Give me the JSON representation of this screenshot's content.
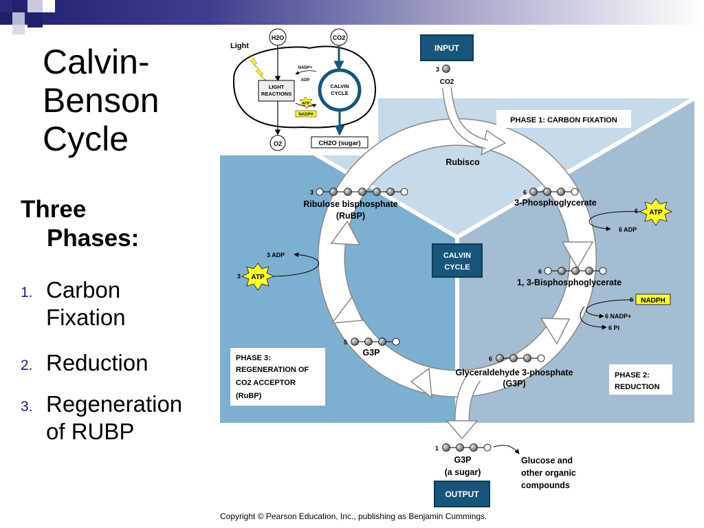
{
  "slide": {
    "title_lines": [
      "Calvin-",
      "Benson",
      "Cycle"
    ],
    "phases_heading_lines": [
      "Three",
      "Phases:"
    ],
    "phases": [
      {
        "num": "1.",
        "lines": [
          "Carbon",
          "Fixation"
        ]
      },
      {
        "num": "2.",
        "lines": [
          "Reduction"
        ]
      },
      {
        "num": "3.",
        "lines": [
          "Regeneration",
          "of RUBP"
        ]
      }
    ]
  },
  "diagram": {
    "inset": {
      "light": "Light",
      "h2o": "H2O",
      "co2": "CO2",
      "nadp": "NADP+",
      "adp": "ADP",
      "atp": "ATP",
      "nadph": "NADPH",
      "light_reactions_1": "LIGHT",
      "light_reactions_2": "REACTIONS",
      "calvin_1": "CALVIN",
      "calvin_2": "CYCLE",
      "o2": "O2",
      "sugar": "CH2O (sugar)"
    },
    "input_label": "INPUT",
    "input_count": "3",
    "input_molecule": "CO2",
    "phase1_label": "PHASE 1: CARBON FIXATION",
    "rubisco": "Rubisco",
    "pga_count": "6",
    "pga": "3-Phosphoglycerate",
    "atp_count": "6",
    "atp": "ATP",
    "adp_out": "6 ADP",
    "bpg_count": "6",
    "bpg": "1, 3-Bisphosphoglycerate",
    "nadph_count": "6",
    "nadph": "NADPH",
    "nadp_out": "6 NADP+",
    "pi_out": "6 Pi",
    "g3p_count": "6",
    "g3p_1": "Glyceraldehyde 3-phosphate",
    "g3p_2": "(G3P)",
    "phase2_label_1": "PHASE 2:",
    "phase2_label_2": "REDUCTION",
    "center_1": "CALVIN",
    "center_2": "CYCLE",
    "rubp_count": "3",
    "rubp_1": "Ribulose bisphosphate",
    "rubp_2": "(RuBP)",
    "adp3": "3 ADP",
    "atp3_count": "3",
    "atp3": "ATP",
    "g3p5_count": "5",
    "g3p5": "G3P",
    "phase3_label_1": "PHASE 3:",
    "phase3_label_2": "REGENERATION OF",
    "phase3_label_3": "CO2 ACCEPTOR",
    "phase3_label_4": "(RuBP)",
    "output_count": "1",
    "output_g3p": "G3P",
    "output_sugar": "(a sugar)",
    "output_label": "OUTPUT",
    "glucose_1": "Glucose and",
    "glucose_2": "other organic",
    "glucose_3": "compounds"
  },
  "copyright": "Copyright © Pearson Education, Inc., publishing as Benjamin Cummings.",
  "colors": {
    "dark_blue": "#17557b",
    "mid_blue": "#7dafd0",
    "light_blue": "#c6daea",
    "gray_blue": "#a4bdd2",
    "atp_yellow": "#ffff33"
  }
}
